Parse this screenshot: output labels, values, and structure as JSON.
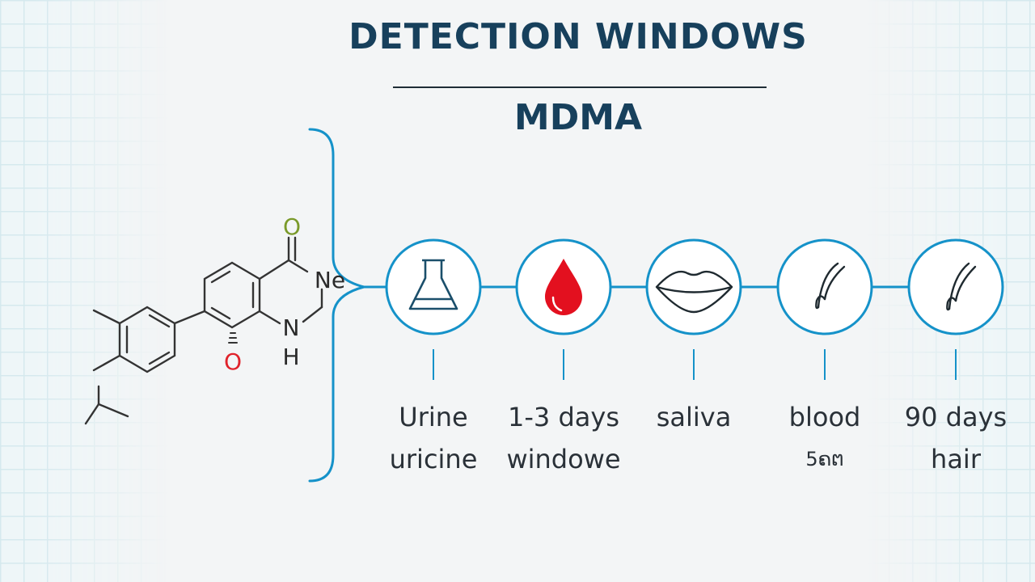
{
  "title": "DETECTION WINDOWS",
  "subtitle": "MDMA",
  "molecule": {
    "atom_labels": [
      "O",
      "Ne",
      "N",
      "H",
      "O"
    ],
    "colors": {
      "carbonyl_o": "#7a9a2a",
      "hydroxy_o": "#e0232b",
      "bond": "#333333"
    }
  },
  "accent_color": "#1592c9",
  "steps": [
    {
      "icon": "flask-icon",
      "line1": "Urine",
      "line2": "uricine"
    },
    {
      "icon": "blood-drop-icon",
      "line1": "1-3 days",
      "line2": "windowe"
    },
    {
      "icon": "lips-icon",
      "line1": "saliva",
      "line2": ""
    },
    {
      "icon": "hair-icon",
      "line1": "blood",
      "line2": "5ຄຕ"
    },
    {
      "icon": "hair-strand-icon",
      "line1": "90 days",
      "line2": "hair"
    }
  ]
}
